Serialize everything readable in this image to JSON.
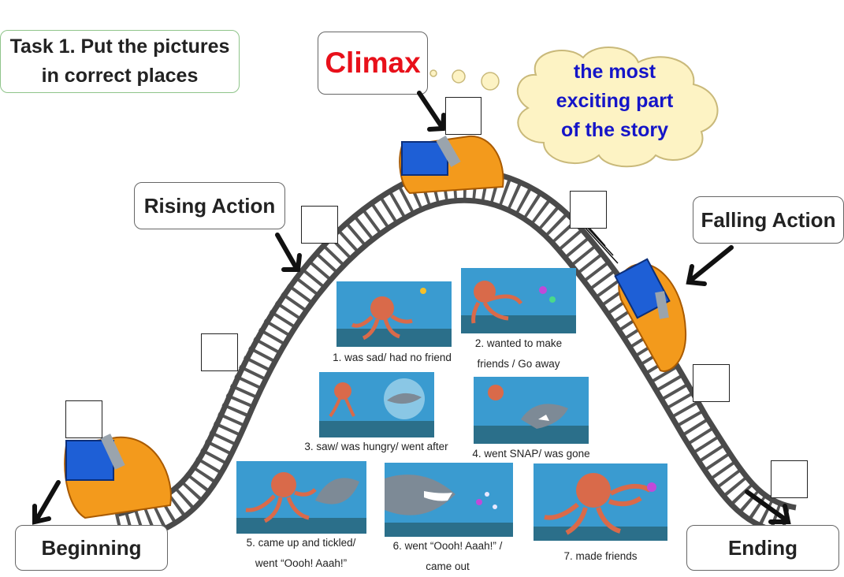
{
  "task": {
    "line1": "Task 1. Put the pictures",
    "line2": "in correct places"
  },
  "stages": {
    "climax": "Climax",
    "rising_action": "Rising Action",
    "falling_action": "Falling Action",
    "beginning": "Beginning",
    "ending": "Ending"
  },
  "cloud": {
    "line1": "the most",
    "line2": "exciting part",
    "line3": "of the story"
  },
  "pictures": [
    {
      "line1": "1. was sad/ had no friend",
      "line2": ""
    },
    {
      "line1": "2. wanted to make",
      "line2": "friends / Go away"
    },
    {
      "line1": "3. saw/ was hungry/ went after",
      "line2": ""
    },
    {
      "line1": "4. went SNAP/ was gone",
      "line2": ""
    },
    {
      "line1": "5. came up and tickled/",
      "line2": "went   “Oooh! Aaah!”"
    },
    {
      "line1": "6. went   “Oooh! Aaah!” /",
      "line2": "came out"
    },
    {
      "line1": "7. made friends",
      "line2": ""
    }
  ],
  "colors": {
    "climax_red": "#e8101a",
    "cloud_text_blue": "#1515c8",
    "cloud_fill": "#fdf3c4",
    "cart_orange": "#f39a1c",
    "cart_blue": "#1e5fd6",
    "ocean_blue": "#3a9bd0",
    "octopus": "#d96a4a"
  }
}
